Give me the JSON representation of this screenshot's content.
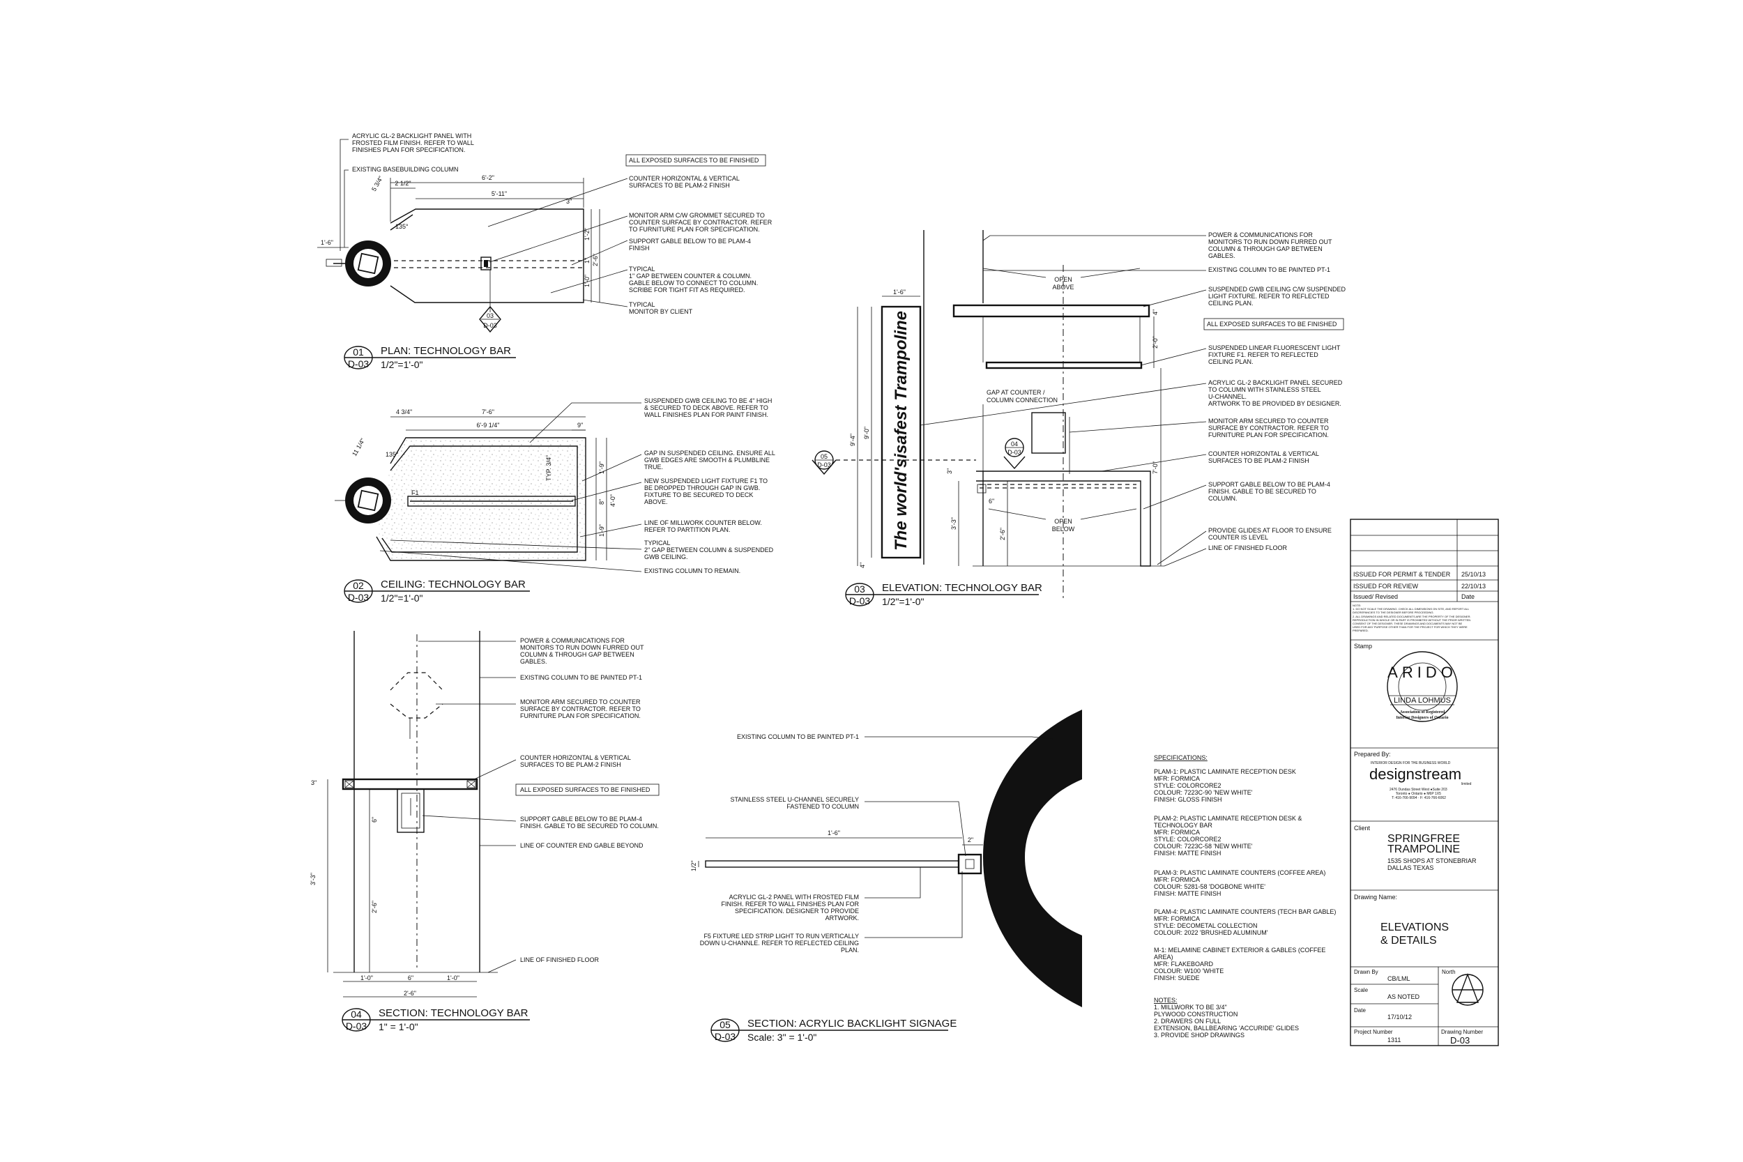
{
  "views": {
    "plan": {
      "number": "01",
      "sheet": "D-03",
      "title": "PLAN: TECHNOLOGY BAR",
      "scale": "1/2\"=1'-0\"",
      "notes": [
        [
          "ACRYLIC GL-2 BACKLIGHT PANEL WITH",
          "FROSTED FILM FINISH. REFER TO WALL",
          "FINISHES PLAN FOR SPECIFICATION."
        ],
        [
          "EXISTING BASEBUILDING COLUMN"
        ],
        [
          "ALL EXPOSED SURFACES TO BE FINISHED"
        ],
        [
          "COUNTER HORIZONTAL & VERTICAL",
          "SURFACES TO BE PLAM-2 FINISH"
        ],
        [
          "MONITOR ARM C/W GROMMET SECURED TO",
          "COUNTER SURFACE BY CONTRACTOR. REFER",
          "TO FURNITURE PLAN FOR SPECIFICATION."
        ],
        [
          "SUPPORT GABLE BELOW TO BE PLAM-4",
          "FINISH"
        ],
        [
          "TYPICAL",
          "1\" GAP BETWEEN COUNTER & COLUMN.",
          "GABLE BELOW TO CONNECT TO COLUMN.",
          "SCRIBE FOR TIGHT FIT AS REQUIRED."
        ],
        [
          "TYPICAL",
          "MONITOR BY CLIENT"
        ]
      ],
      "dims": [
        "6'-2\"",
        "2 1/2\"",
        "5'-11\"",
        "5 3/4\"",
        "3\"",
        "1'-6\"",
        "135°",
        "1'-2\"",
        "1\"",
        "2'-6\"",
        "1'-0\""
      ],
      "marker": [
        "03",
        "D-03"
      ]
    },
    "ceiling": {
      "number": "02",
      "sheet": "D-03",
      "title": "CEILING: TECHNOLOGY BAR",
      "scale": "1/2\"=1'-0\"",
      "notes": [
        [
          "SUSPENDED GWB CEILING TO BE 4\" HIGH",
          "& SECURED TO DECK ABOVE. REFER TO",
          "WALL FINISHES PLAN FOR PAINT FINISH."
        ],
        [
          "GAP IN SUSPENDED CEILING. ENSURE ALL",
          "GWB EDGES ARE SMOOTH & PLUMBLINE",
          "TRUE."
        ],
        [
          "NEW SUSPENDED LIGHT FIXTURE F1 TO",
          "BE DROPPED THROUGH GAP IN GWB.",
          "FIXTURE TO BE SECURED TO DECK",
          "ABOVE."
        ],
        [
          "LINE OF MILLWORK COUNTER BELOW.",
          "REFER TO PARTITION PLAN."
        ],
        [
          "TYPICAL",
          "2\" GAP BETWEEN COLUMN & SUSPENDED",
          "GWB CEILING."
        ],
        [
          "EXISTING COLUMN TO REMAIN."
        ]
      ],
      "dims": [
        "7'-6\"",
        "4 3/4\"",
        "6'-9 1/4\"",
        "9\"",
        "11 1/4\"",
        "135°",
        "1'-9\"",
        "4'-0\"",
        "1'-9\"",
        "8\"",
        "TYP. 3/4\"",
        "F1"
      ]
    },
    "elevation": {
      "number": "03",
      "sheet": "D-03",
      "title": "ELEVATION: TECHNOLOGY BAR",
      "scale": "1/2\"=1'-0\"",
      "signage": "The world'sisafest Trampoline",
      "notes": [
        [
          "POWER & COMMUNICATIONS FOR",
          "MONITORS TO RUN DOWN FURRED OUT",
          "COLUMN & THROUGH GAP BETWEEN",
          "GABLES."
        ],
        [
          "EXISTING COLUMN TO BE PAINTED PT-1"
        ],
        [
          "SUSPENDED GWB CEILING C/W SUSPENDED",
          "LIGHT FIXTURE. REFER TO REFLECTED",
          "CEILING PLAN."
        ],
        [
          "ALL EXPOSED SURFACES TO BE FINISHED"
        ],
        [
          "SUSPENDED LINEAR FLUORESCENT LIGHT",
          "FIXTURE F1. REFER TO REFLECTED",
          "CEILING PLAN."
        ],
        [
          "ACRYLIC GL-2 BACKLIGHT PANEL SECURED",
          "TO COLUMN WITH STAINLESS STEEL",
          "U-CHANNEL.",
          "ARTWORK TO BE PROVIDED BY DESIGNER."
        ],
        [
          "MONITOR ARM SECURED TO COUNTER",
          "SURFACE BY CONTRACTOR. REFER TO",
          "FURNITURE PLAN FOR SPECIFICATION."
        ],
        [
          "COUNTER HORIZONTAL & VERTICAL",
          "SURFACES TO BE PLAM-2 FINISH"
        ],
        [
          "SUPPORT GABLE BELOW TO BE PLAM-4",
          "FINISH. GABLE TO BE SECURED TO",
          "COLUMN."
        ],
        [
          "PROVIDE GLIDES AT FLOOR TO ENSURE",
          "COUNTER IS LEVEL"
        ],
        [
          "LINE OF FINISHED FLOOR"
        ]
      ],
      "labels": [
        "OPEN",
        "ABOVE",
        "OPEN",
        "BELOW",
        "GAP AT COUNTER /",
        "COLUMN CONNECTION"
      ],
      "dims": [
        "1'-6\"",
        "9'-4\"",
        "9'-0\"",
        "3'-3\"",
        "2'-6\"",
        "6\"",
        "4\"",
        "2'-0\"",
        "7'-0\"",
        "3\"",
        "4\""
      ],
      "markers": [
        [
          "05",
          "D-03"
        ],
        [
          "04",
          "D-03"
        ]
      ]
    },
    "section": {
      "number": "04",
      "sheet": "D-03",
      "title": "SECTION: TECHNOLOGY BAR",
      "scale": "1\" = 1'-0\"",
      "notes": [
        [
          "POWER & COMMUNICATIONS FOR",
          "MONITORS TO RUN DOWN FURRED OUT",
          "COLUMN & THROUGH GAP BETWEEN",
          "GABLES."
        ],
        [
          "EXISTING COLUMN TO BE PAINTED PT-1"
        ],
        [
          "MONITOR ARM SECURED TO COUNTER",
          "SURFACE BY CONTRACTOR. REFER TO",
          "FURNITURE PLAN FOR SPECIFICATION."
        ],
        [
          "COUNTER HORIZONTAL & VERTICAL",
          "SURFACES TO BE PLAM-2 FINISH"
        ],
        [
          "ALL EXPOSED SURFACES TO BE FINISHED"
        ],
        [
          "SUPPORT GABLE BELOW TO BE PLAM-4",
          "FINISH. GABLE TO BE SECURED TO COLUMN."
        ],
        [
          "LINE OF COUNTER END GABLE BEYOND"
        ],
        [
          "LINE OF FINISHED FLOOR"
        ]
      ],
      "dims": [
        "3\"",
        "6\"",
        "3'-3\"",
        "2'-6\"",
        "1'-0\"",
        "6\"",
        "1'-0\"",
        "2'-6\""
      ]
    },
    "acrylic": {
      "number": "05",
      "sheet": "D-03",
      "title": "SECTION: ACRYLIC BACKLIGHT SIGNAGE",
      "scale": "Scale: 3\" = 1'-0\"",
      "notes": [
        [
          "EXISTING COLUMN TO BE PAINTED PT-1"
        ],
        [
          "STAINLESS STEEL U-CHANNEL SECURELY",
          "FASTENED TO COLUMN"
        ],
        [
          "ACRYLIC GL-2 PANEL WITH FROSTED FILM",
          "FINISH. REFER TO WALL FINISHES PLAN FOR",
          "SPECIFICATION. DESIGNER TO PROVIDE",
          "ARTWORK."
        ],
        [
          "F5 FIXTURE LED STRIP LIGHT TO RUN VERTICALLY",
          "DOWN U-CHANNLE. REFER TO REFLECTED CEILING",
          "PLAN."
        ]
      ],
      "dims": [
        "1'-6\"",
        "2\"",
        "1/2\""
      ]
    }
  },
  "specifications": {
    "heading": "SPECIFICATIONS:",
    "items": [
      [
        "PLAM-1: PLASTIC LAMINATE RECEPTION DESK",
        "MFR: FORMICA",
        "STYLE: COLORCORE2",
        "COLOUR: 7223C-90 'NEW WHITE'",
        "FINISH: GLOSS FINISH"
      ],
      [
        "PLAM-2: PLASTIC LAMINATE RECEPTION DESK &",
        "TECHNOLOGY BAR",
        "MFR: FORMICA",
        "STYLE: COLORCORE2",
        "COLOUR: 7223C-58 'NEW WHITE'",
        "FINISH: MATTE FINISH"
      ],
      [
        "PLAM-3: PLASTIC LAMINATE COUNTERS (COFFEE AREA)",
        "MFR: FORMICA",
        "COLOUR: 5281-58 'DOGBONE WHITE'",
        "FINISH: MATTE FINISH"
      ],
      [
        "PLAM-4: PLASTIC LAMINATE COUNTERS (TECH BAR GABLE)",
        "MFR: FORMICA",
        "STYLE: DECOMETAL COLLECTION",
        "COLOUR: 2022 'BRUSHED ALUMINUM'"
      ],
      [
        "M-1: MELAMINE CABINET EXTERIOR & GABLES (COFFEE",
        "AREA)",
        "MFR: FLAKEBOARD",
        "COLOUR: W100 'WHITE",
        "FINISH: SUEDE"
      ]
    ],
    "notes_heading": "NOTES:",
    "notes": [
      "1. MILLWORK TO BE 3/4\"",
      "PLYWOOD CONSTRUCTION",
      "2. DRAWERS ON FULL",
      "EXTENSION, BALLBEARING 'ACCURIDE' GLIDES",
      "3. PROVIDE SHOP DRAWINGS"
    ]
  },
  "title_block": {
    "revisions": [
      {
        "label": "ISSUED FOR PERMIT & TENDER",
        "date": "25/10/13"
      },
      {
        "label": "ISSUED FOR REVIEW",
        "date": "22/10/13"
      },
      {
        "label": "Issued/ Revised",
        "date": "Date"
      }
    ],
    "disclaimer": [
      "NOTE:",
      "1. DO NOT SCALE THE DRAWING. CHECK ALL DIMENSIONS ON SITE, AND REPORT ALL",
      "DISCREPANCIES TO THE DESIGNER BEFORE PROCEEDING.",
      "2. ALL DRAWINGS AND RELATED DOCUMENTS ARE THE PROPERTY OF THE DESIGNER.",
      "REPRODUCTION IN WHOLE OR IN PART IS PROHIBITED WITHOUT THE PRIOR WRITTEN",
      "CONSENT OF THE DESIGNER. THESE DRAWINGS AND DOCUMENTS MAY NOT BE",
      "USED FOR ANY PURPOSE OTHER THAN FOR THE PROJECT FOR WHICH THEY WERE",
      "PREPARED."
    ],
    "stamp_label": "Stamp",
    "stamp": {
      "org": "ARIDO",
      "name": "LINDA LOHMUS",
      "ring1": "Association of Registered",
      "ring2": "Interior Designers of Ontario"
    },
    "prepared_label": "Prepared By:",
    "firm": {
      "tagline": "INTERIOR DESIGN FOR THE BUSINESS WORLD",
      "name": "designstream",
      "suffix": "limited",
      "address": [
        "2476 Dundas Street West ●Suite 203",
        "Toronto ● Ontario ● M6P 1X5",
        "T: 416-766-9094 · F: 416-766-6062"
      ]
    },
    "client_label": "Client",
    "client": [
      "SPRINGFREE",
      "TRAMPOLINE"
    ],
    "client_address": [
      "1535 SHOPS AT STONEBRIAR",
      "DALLAS TEXAS"
    ],
    "drawing_name_label": "Drawing Name:",
    "drawing_name": [
      "ELEVATIONS",
      "& DETAILS"
    ],
    "drawn_by_label": "Drawn By",
    "drawn_by": "CB/LML",
    "north_label": "North",
    "scale_label": "Scale",
    "scale": "AS NOTED",
    "date_label": "Date",
    "date": "17/10/12",
    "project_number_label": "Project Number",
    "project_number": "1311",
    "drawing_number_label": "Drawing Number",
    "drawing_number": "D-03"
  }
}
